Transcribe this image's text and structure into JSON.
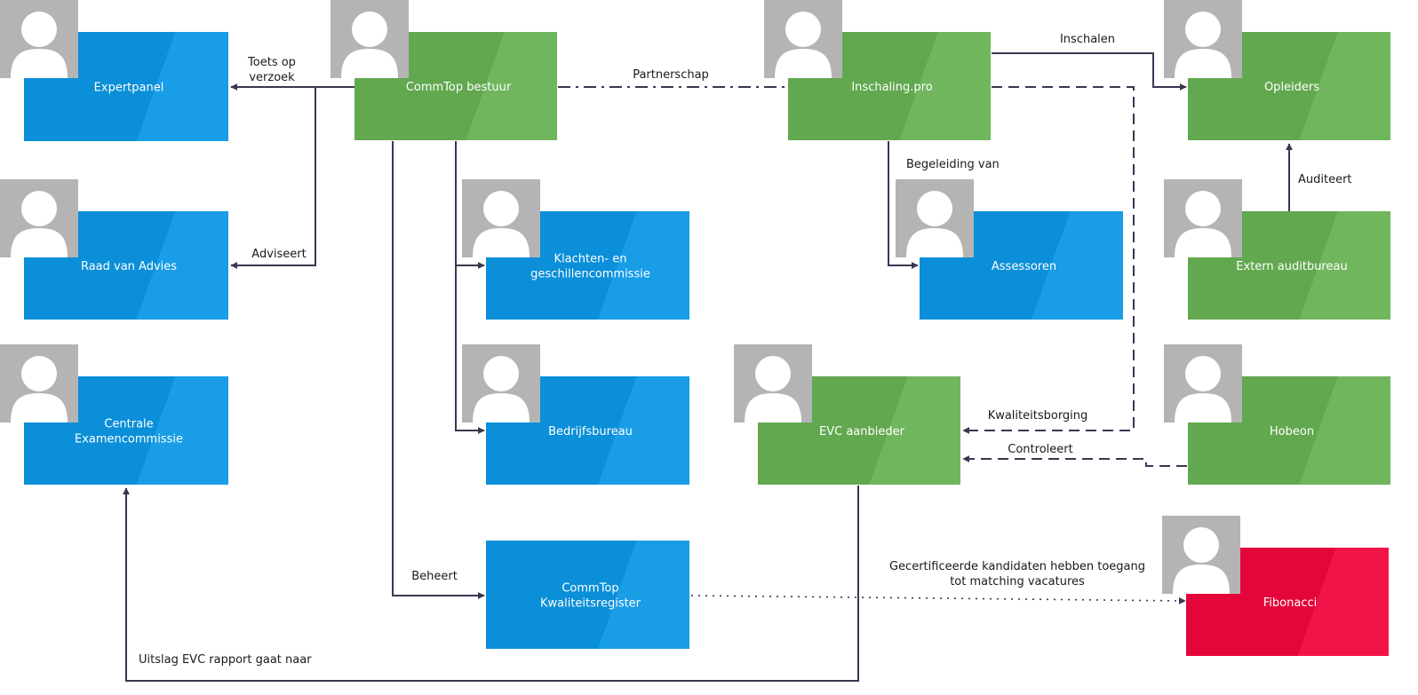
{
  "colors": {
    "blue": "#0a8fd8",
    "green": "#62a84f",
    "red": "#e4063a",
    "avatar_bg": "#b4b4b4",
    "avatar_fg": "#ffffff",
    "connector": "#3d3550"
  },
  "nodes": {
    "expertpanel": {
      "lines": [
        "Expertpanel"
      ],
      "color": "blue",
      "icon": "person-avatar-icon"
    },
    "raad": {
      "lines": [
        "Raad van Advies"
      ],
      "color": "blue",
      "icon": "person-avatar-icon"
    },
    "centrale": {
      "lines": [
        "Centrale",
        "Examencommissie"
      ],
      "color": "blue",
      "icon": "person-avatar-icon"
    },
    "commtop": {
      "lines": [
        "CommTop bestuur"
      ],
      "color": "green",
      "icon": "person-avatar-icon"
    },
    "klachten": {
      "lines": [
        "Klachten- en",
        "geschillencommissie"
      ],
      "color": "blue",
      "icon": "person-avatar-icon"
    },
    "bedrijfsbureau": {
      "lines": [
        "Bedrijfsbureau"
      ],
      "color": "blue",
      "icon": "person-avatar-icon"
    },
    "kwaliteitsregister": {
      "lines": [
        "CommTop",
        "Kwaliteitsregister"
      ],
      "color": "blue",
      "icon": "none"
    },
    "inschaling": {
      "lines": [
        "Inschaling.pro"
      ],
      "color": "green",
      "icon": "person-avatar-icon"
    },
    "assessoren": {
      "lines": [
        "Assessoren"
      ],
      "color": "blue",
      "icon": "person-avatar-icon"
    },
    "evc": {
      "lines": [
        "EVC aanbieder"
      ],
      "color": "green",
      "icon": "person-avatar-icon"
    },
    "opleiders": {
      "lines": [
        "Opleiders"
      ],
      "color": "green",
      "icon": "person-avatar-icon"
    },
    "audit": {
      "lines": [
        "Extern auditbureau"
      ],
      "color": "green",
      "icon": "person-avatar-icon"
    },
    "hobeon": {
      "lines": [
        "Hobeon"
      ],
      "color": "green",
      "icon": "person-avatar-icon"
    },
    "fibonacci": {
      "lines": [
        "Fibonacci"
      ],
      "color": "red",
      "icon": "person-avatar-icon"
    }
  },
  "edges": {
    "toets": [
      "Toets op",
      "verzoek"
    ],
    "adviseert": [
      "Adviseert"
    ],
    "partnerschap": [
      "Partnerschap"
    ],
    "inschalen": [
      "Inschalen"
    ],
    "begeleiding": [
      "Begeleiding van"
    ],
    "auditeert": [
      "Auditeert"
    ],
    "kwaliteitsborging": [
      "Kwaliteitsborging"
    ],
    "controleert": [
      "Controleert"
    ],
    "beheert": [
      "Beheert"
    ],
    "gecertificeerde": [
      "Gecertificeerde kandidaten hebben toegang",
      "tot matching vacatures"
    ],
    "uitslag": [
      "Uitslag EVC rapport gaat naar"
    ]
  }
}
